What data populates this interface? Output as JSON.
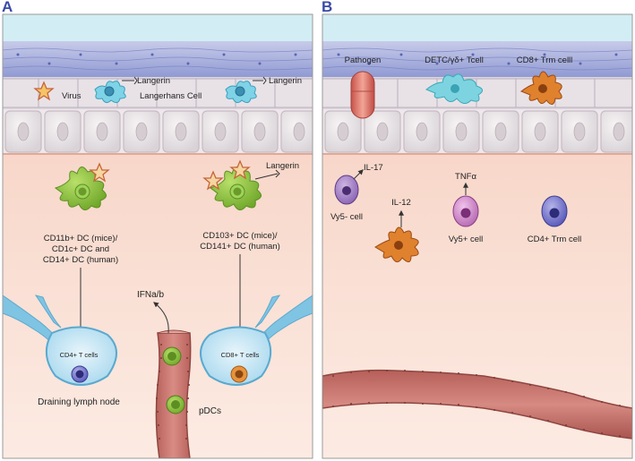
{
  "panel_a": {
    "letter": "A",
    "labels": {
      "langerin_top": "Langerin",
      "virus": "Virus",
      "langerhans_cell": "Langerhans Cell",
      "langerin_right": "Langerin",
      "langerin_dc": "Langerin",
      "cd11b_line1": "CD11b+ DC (mice)/",
      "cd11b_line2": "CD1c+ DC and",
      "cd11b_line3": "CD14+ DC (human)",
      "cd103_line1": "CD103+ DC (mice)/",
      "cd103_line2": "CD141+ DC (human)",
      "ifn": "IFNa/b",
      "cd4_tcells": "CD4+ T cells",
      "cd8_tcells": "CD8+ T cells",
      "draining_node": "Draining lymph node",
      "pdcs": "pDCs"
    }
  },
  "panel_b": {
    "letter": "B",
    "labels": {
      "pathogen": "Pathogen",
      "detc": "DETC/γδ+ Tcell",
      "cd8_trm": "CD8+ Trm celll",
      "il17": "IL-17",
      "vy5_neg": "Vy5- cell",
      "tnf": "TNFα",
      "il12": "IL-12",
      "vy5_pos": "Vy5+ cell",
      "cd4_trm": "CD4+ Trm cell"
    }
  },
  "colors": {
    "sky": "#d2eef4",
    "stratum_corneum": "#aeb4de",
    "epidermis": "#e9e4e7",
    "dermis_top": "#f4cdbf",
    "dermis_bottom": "#fbe6dd",
    "vessel": "#c97a74",
    "lymph": "#7fc4e2",
    "dc_green": "#8dc23f",
    "detc_cyan": "#6fd0de",
    "trm_orange": "#d4702a",
    "panel_letter": "#3a4aa8"
  }
}
